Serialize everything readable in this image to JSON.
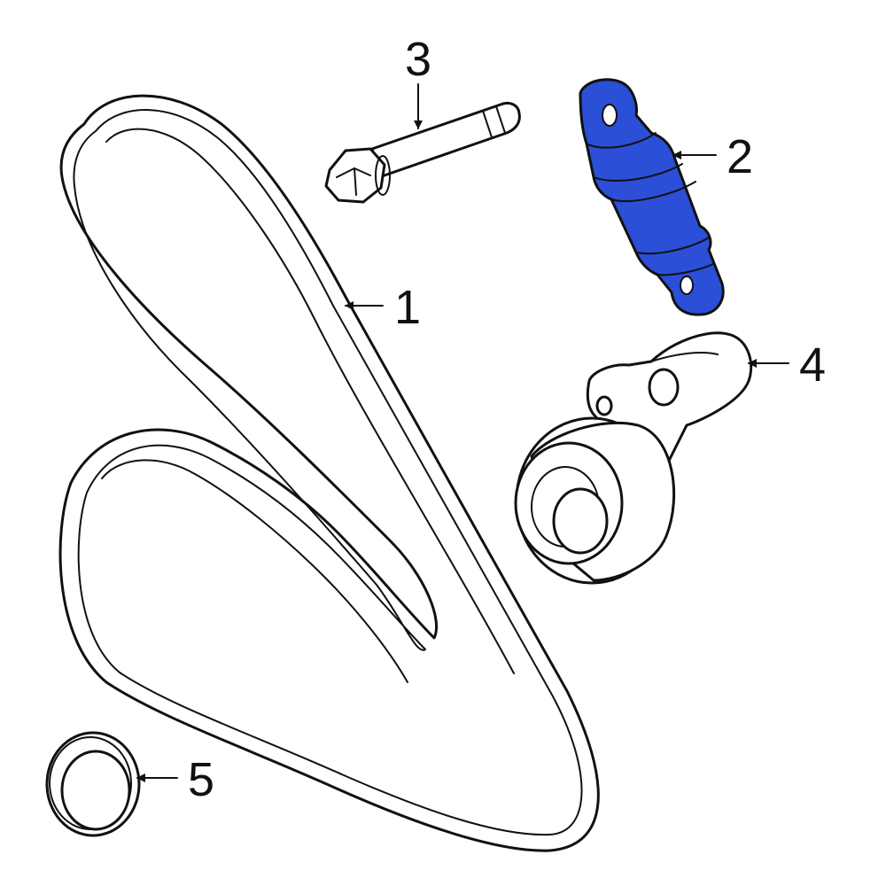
{
  "diagram": {
    "highlight_color": "#2b4fd6",
    "line_color": "#111111",
    "background": "#ffffff",
    "callouts": [
      {
        "id": "belt",
        "label": "1"
      },
      {
        "id": "tensioner-damper",
        "label": "2"
      },
      {
        "id": "bolt",
        "label": "3"
      },
      {
        "id": "tensioner-pulley",
        "label": "4"
      },
      {
        "id": "cover-cap",
        "label": "5"
      }
    ]
  }
}
